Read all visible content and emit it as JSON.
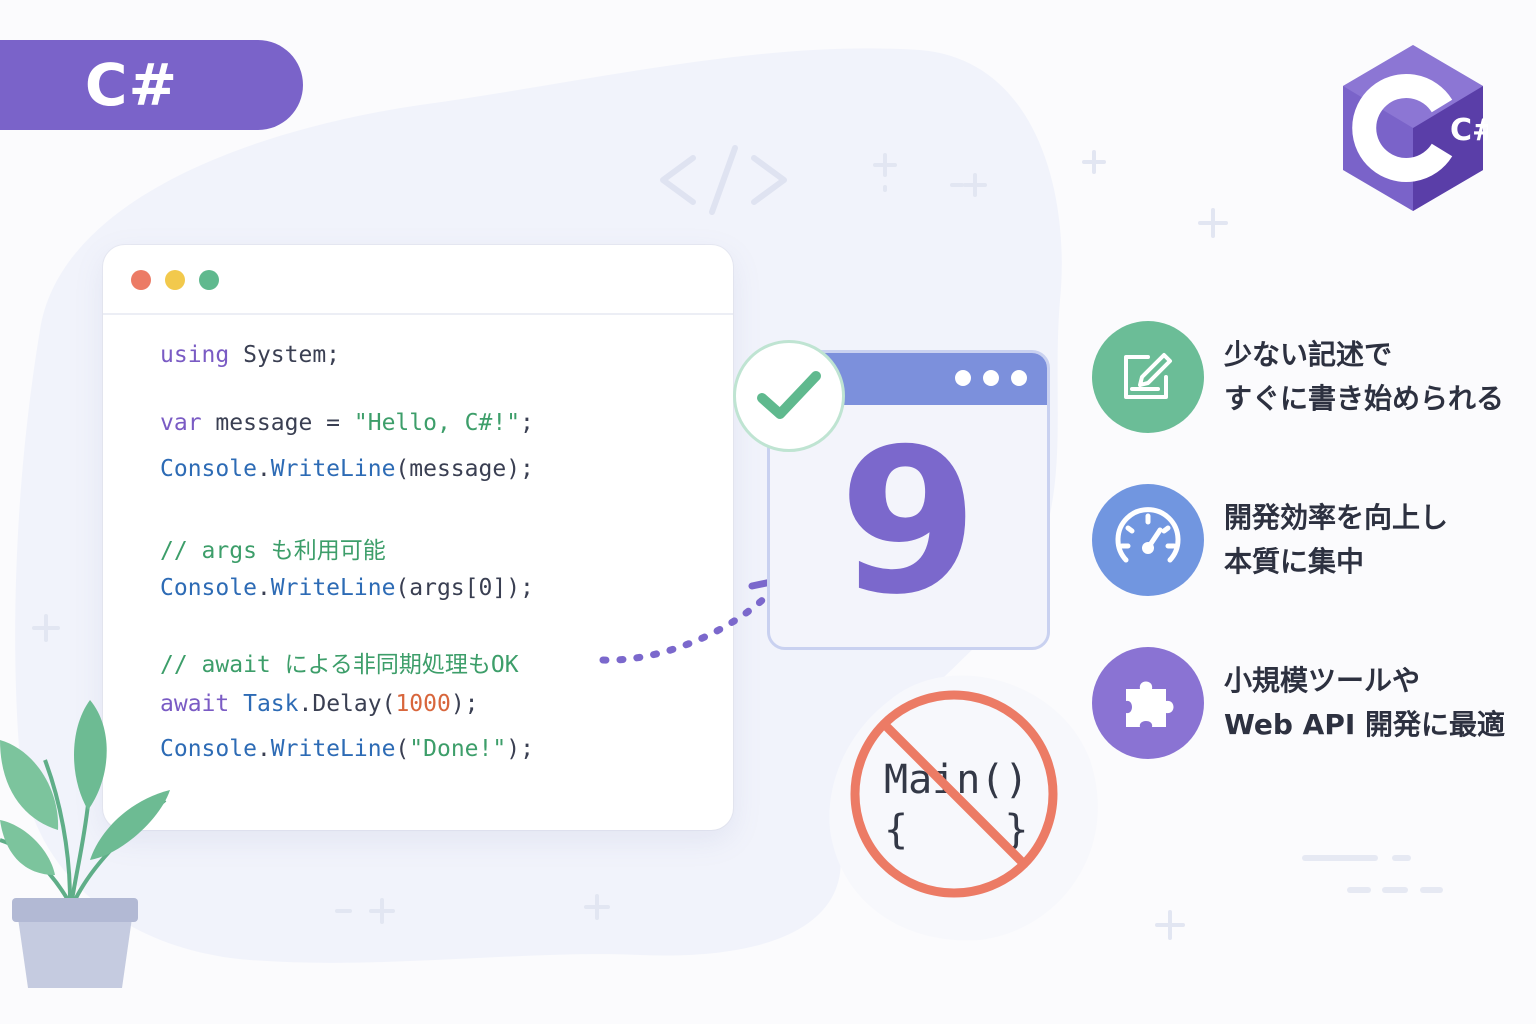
{
  "tag": {
    "label": "C#"
  },
  "logo": {
    "label": "C#",
    "icon": "csharp-logo-icon"
  },
  "code": {
    "lines": [
      {
        "kw": "using",
        "rest": " System;"
      },
      {
        "kw": "var",
        "rest": " message = ",
        "str": "\"Hello, C#!\"",
        "end": ";"
      },
      {
        "cls": "Console",
        "dot": ".",
        "method": "WriteLine",
        "rest": "(message);"
      },
      {
        "comment": "// args も利用可能"
      },
      {
        "cls": "Console",
        "dot": ".",
        "method": "WriteLine",
        "rest": "(args[0]);"
      },
      {
        "comment": "// await による非同期処理もOK"
      },
      {
        "kw": "await",
        "space": " ",
        "cls": "Task",
        "rest": ".Delay(",
        "num": "1000",
        "end": ");"
      },
      {
        "cls": "Console",
        "dot": ".",
        "method": "WriteLine",
        "open": "(",
        "str": "\"Done!\"",
        "end": ");"
      }
    ]
  },
  "result": {
    "number": "9"
  },
  "no_main": {
    "line1": "Main()",
    "line2": "{    }"
  },
  "features": [
    {
      "icon": "edit-icon",
      "color": "#6bbd97",
      "lines": [
        "少ない記述で",
        "すぐに書き始められる"
      ]
    },
    {
      "icon": "speedometer-icon",
      "color": "#7196e0",
      "lines": [
        "開発効率を向上し",
        "本質に集中"
      ]
    },
    {
      "icon": "puzzle-icon",
      "color": "#8a73d3",
      "lines": [
        "小規模ツールや",
        "Web API 開発に最適"
      ]
    }
  ],
  "colors": {
    "accent": "#7a63c9",
    "check": "#5fb98e",
    "prohibit": "#ec7b65"
  }
}
